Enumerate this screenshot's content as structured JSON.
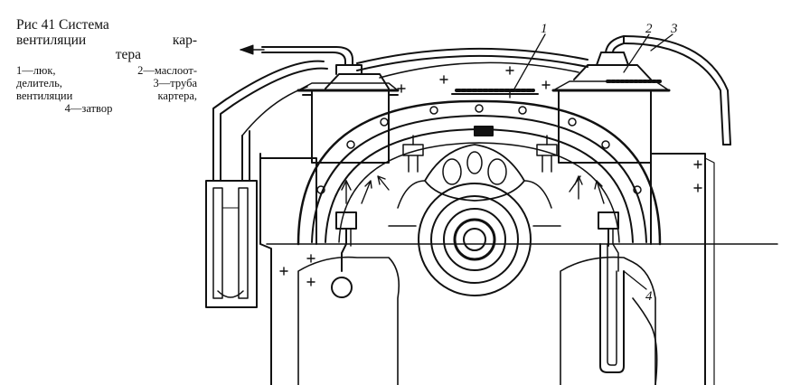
{
  "caption": {
    "line1": "Рис 41 Система",
    "line2": "вентиляции кар-",
    "line3": "тера",
    "legend_line1": "1—люк, 2—маслоот-",
    "legend_line2": "делитель, 3—труба",
    "legend_line3": "вентиляции картера,",
    "legend_line4": "4—затвор"
  },
  "callouts": {
    "c1": "1",
    "c2": "2",
    "c3": "3",
    "c4": "4"
  }
}
